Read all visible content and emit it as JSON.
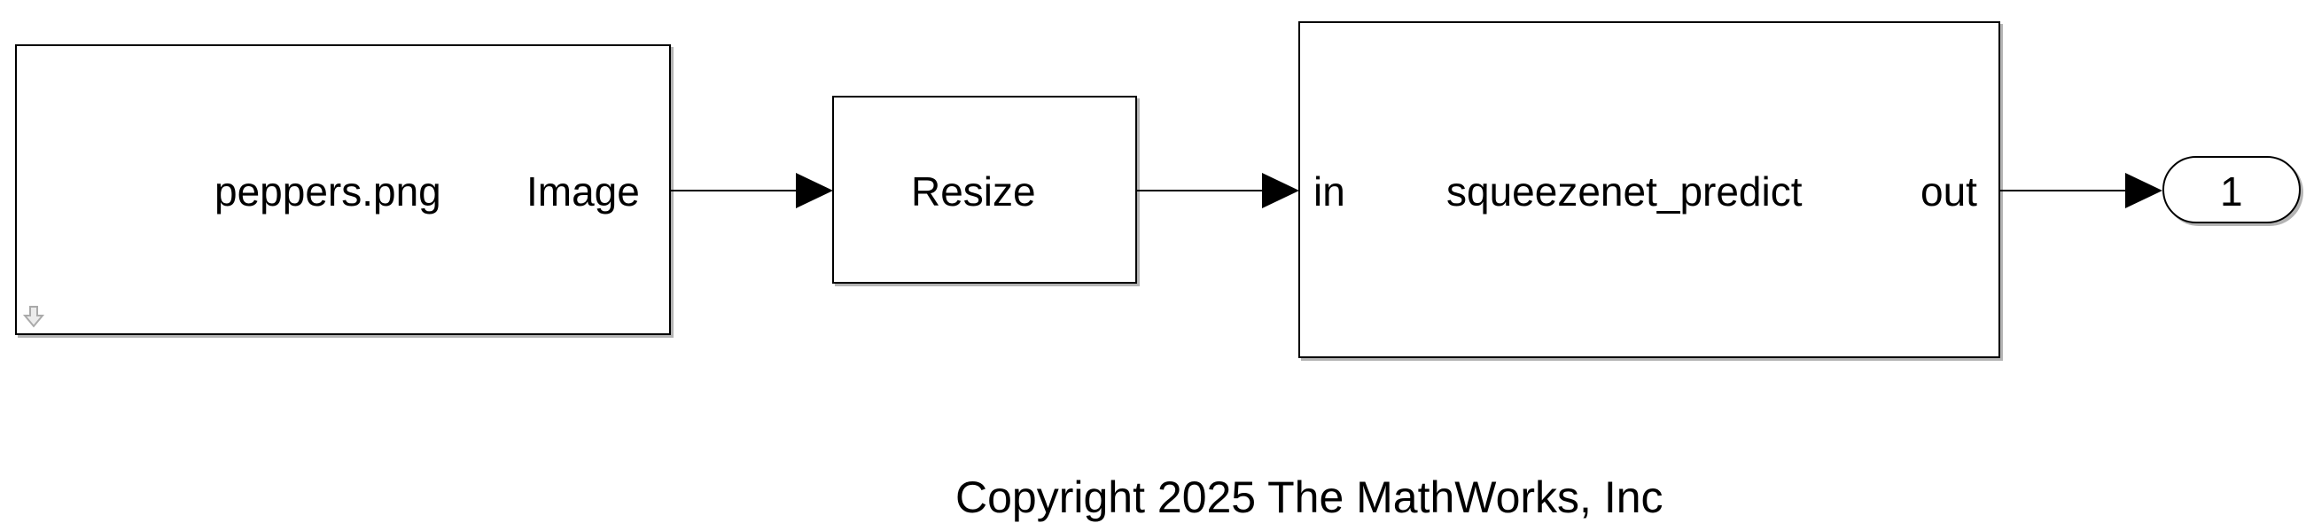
{
  "source_block": {
    "label": "peppers.png",
    "port_out": "Image"
  },
  "resize_block": {
    "label": "Resize"
  },
  "predict_block": {
    "label": "squeezenet_predict",
    "port_in": "in",
    "port_out": "out"
  },
  "outport_block": {
    "label": "1"
  },
  "footer": {
    "copyright": "Copyright 2025 The MathWorks, Inc"
  },
  "icons": {
    "source_corner": "down-arrow-icon"
  }
}
